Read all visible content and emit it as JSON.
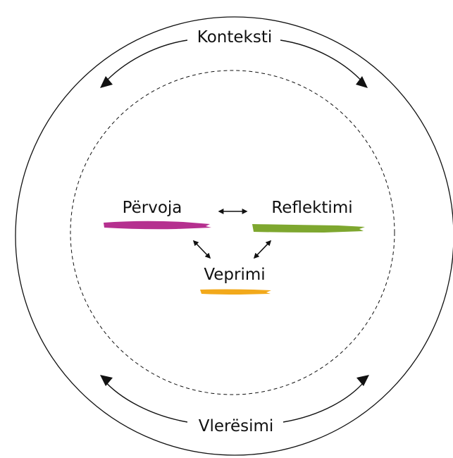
{
  "labels": {
    "context": "Konteksti",
    "evaluation": "Vlerësimi",
    "experience": "Përvoja",
    "reflection": "Reflektimi",
    "action": "Veprimi"
  },
  "colors": {
    "experience": "#b5308f",
    "reflection": "#7ea72f",
    "action": "#f2a91b",
    "line": "#111111"
  }
}
